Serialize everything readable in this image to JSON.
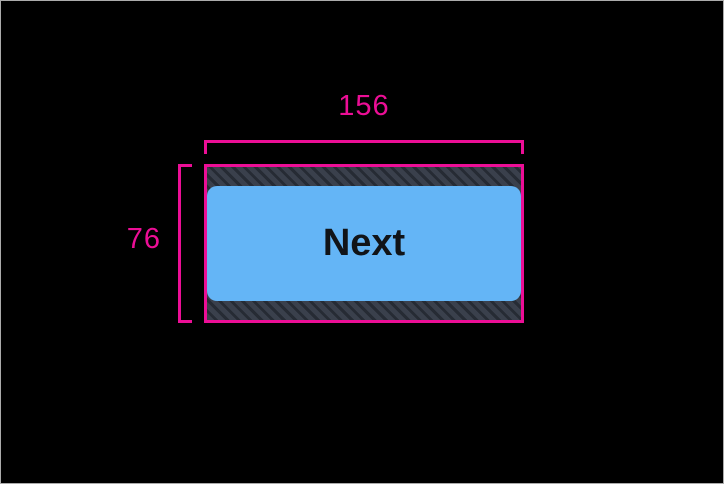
{
  "colors": {
    "canvas-bg": "#000000",
    "frame-border": "#ababab",
    "accent": "#ec0e96",
    "padding-fill": "#3a404c",
    "padding-stripe": "#262b34",
    "button-fill": "#64b5f6",
    "button-text": "#111418"
  },
  "measurements": {
    "width_label": "156",
    "height_label": "76"
  },
  "widget": {
    "button_label": "Next"
  }
}
